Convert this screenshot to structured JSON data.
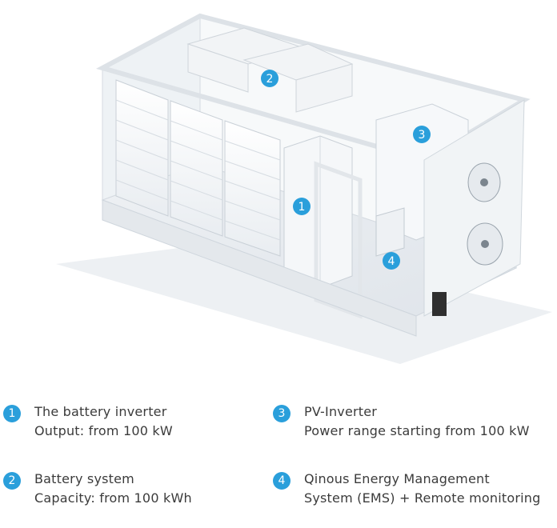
{
  "diagram": {
    "markers": [
      {
        "number": "1",
        "component": "battery-inverter"
      },
      {
        "number": "2",
        "component": "battery-system"
      },
      {
        "number": "3",
        "component": "pv-inverter"
      },
      {
        "number": "4",
        "component": "energy-management-system"
      }
    ]
  },
  "legend": {
    "items": [
      {
        "number": "1",
        "title": "The battery inverter",
        "detail": "Output: from 100 kW"
      },
      {
        "number": "3",
        "title": "PV-Inverter",
        "detail": "Power range starting from 100 kW"
      },
      {
        "number": "2",
        "title": "Battery system",
        "detail": "Capacity: from 100 kWh"
      },
      {
        "number": "4",
        "title": "Qinous Energy Management",
        "detail": "System (EMS) + Remote monitoring"
      }
    ]
  },
  "colors": {
    "accent": "#2a9fdb",
    "container": "#f4f6f8",
    "shadow": "#d8dde3"
  }
}
